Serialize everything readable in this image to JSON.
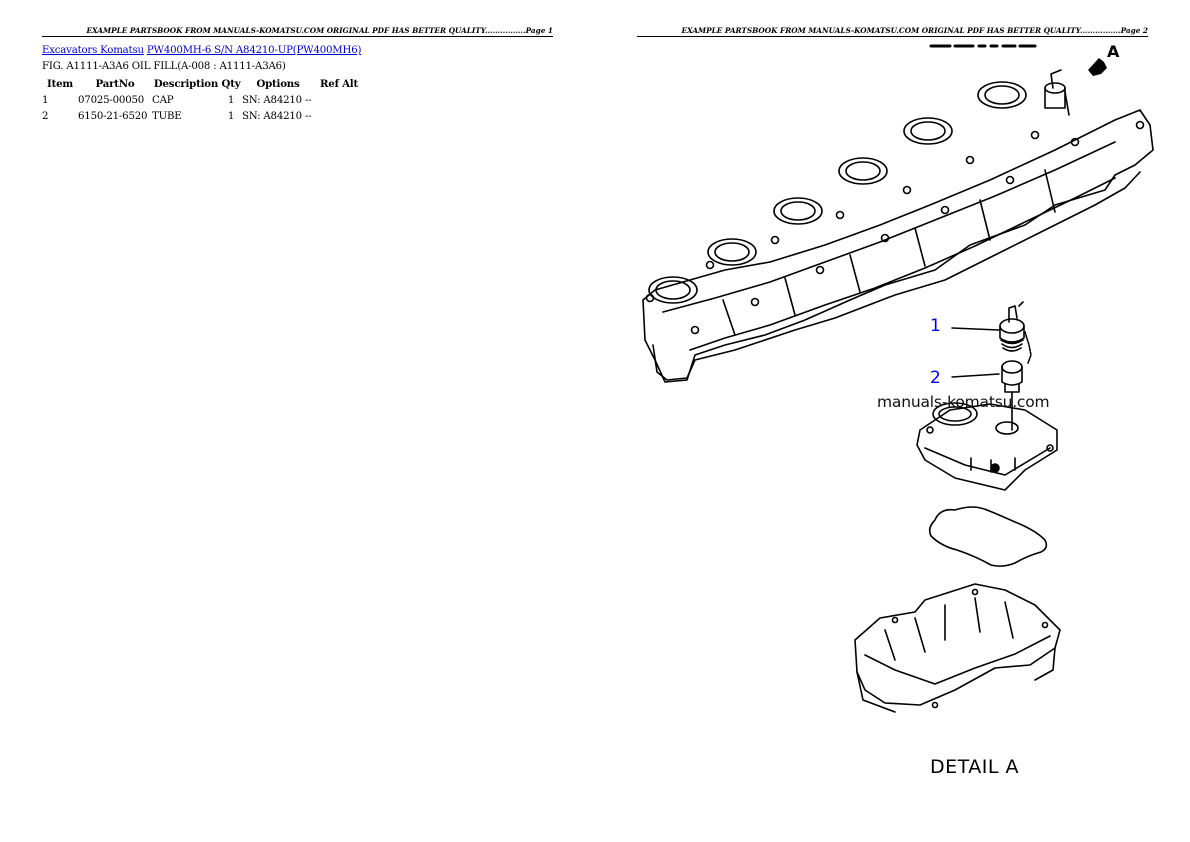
{
  "pages": [
    {
      "header": "EXAMPLE PARTSBOOK FROM MANUALS-KOMATSU.COM ORIGINAL PDF HAS BETTER QUALITY................Page 1",
      "breadcrumb": {
        "category_link": "Excavators Komatsu",
        "model_link": "PW400MH-6 S/N A84210-UP(PW400MH6)"
      },
      "figure_title": "FIG. A1111-A3A6 OIL FILL(A-008 : A1111-A3A6)",
      "table": {
        "columns": [
          "Item",
          "PartNo",
          "Description",
          "Qty",
          "Options",
          "Ref Alt"
        ],
        "rows": [
          {
            "item": "1",
            "partno": "07025-00050",
            "description": "CAP",
            "qty": "1",
            "options": "SN: A84210 --",
            "ref_alt": ""
          },
          {
            "item": "2",
            "partno": "6150-21-6520",
            "description": "TUBE",
            "qty": "1",
            "options": "SN: A84210 --",
            "ref_alt": ""
          }
        ]
      }
    },
    {
      "header": "EXAMPLE PARTSBOOK FROM MANUALS-KOMATSU.COM ORIGINAL PDF HAS BETTER QUALITY................Page 2",
      "diagram": {
        "view_arrow_label": "A",
        "callouts": [
          "1",
          "2"
        ],
        "watermark": "manuals-komatsu.com",
        "detail_label": "DETAIL A",
        "callout_color": "#0000ee"
      }
    }
  ]
}
